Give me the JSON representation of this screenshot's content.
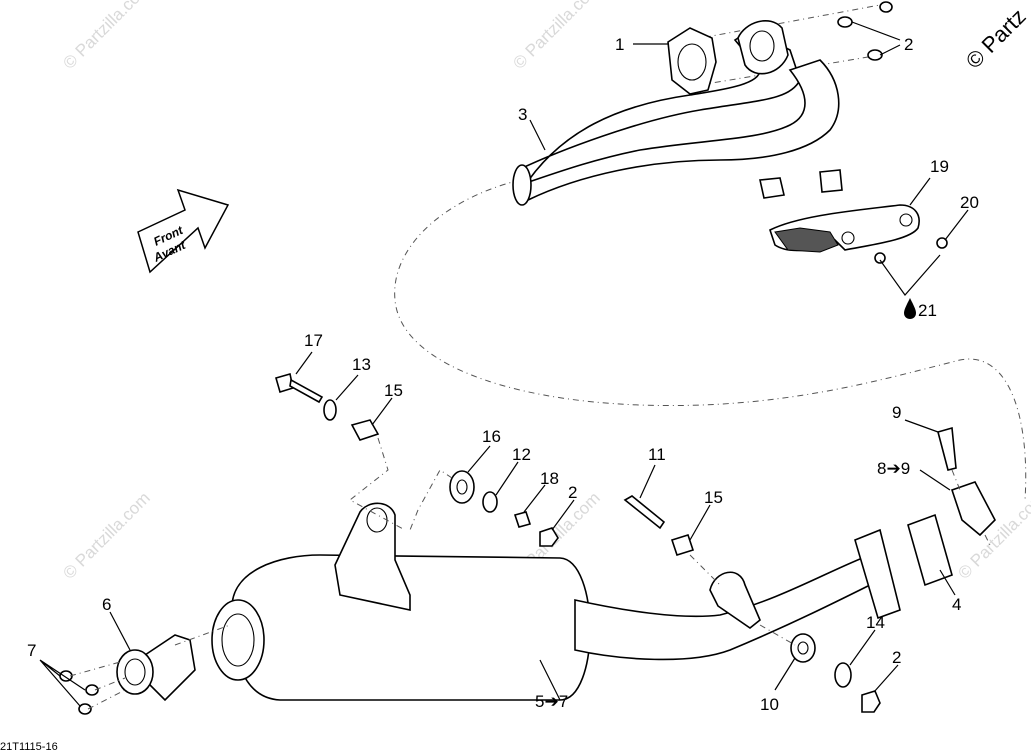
{
  "watermark": "© Partzilla.com",
  "copyright_corner": "© Partz",
  "diagram_code": "21T1115-16",
  "front_arrow": {
    "line1": "Front",
    "line2": "Avant"
  },
  "callouts": {
    "c1": "1",
    "c2a": "2",
    "c3": "3",
    "c19": "19",
    "c20": "20",
    "c21": "21",
    "c17": "17",
    "c13": "13",
    "c15a": "15",
    "c16": "16",
    "c12": "12",
    "c18": "18",
    "c2b": "2",
    "c11": "11",
    "c15b": "15",
    "c9": "9",
    "c8": "8➔9",
    "c6": "6",
    "c7": "7",
    "c5": "5➔7",
    "c4": "4",
    "c10": "10",
    "c14": "14",
    "c2c": "2"
  }
}
